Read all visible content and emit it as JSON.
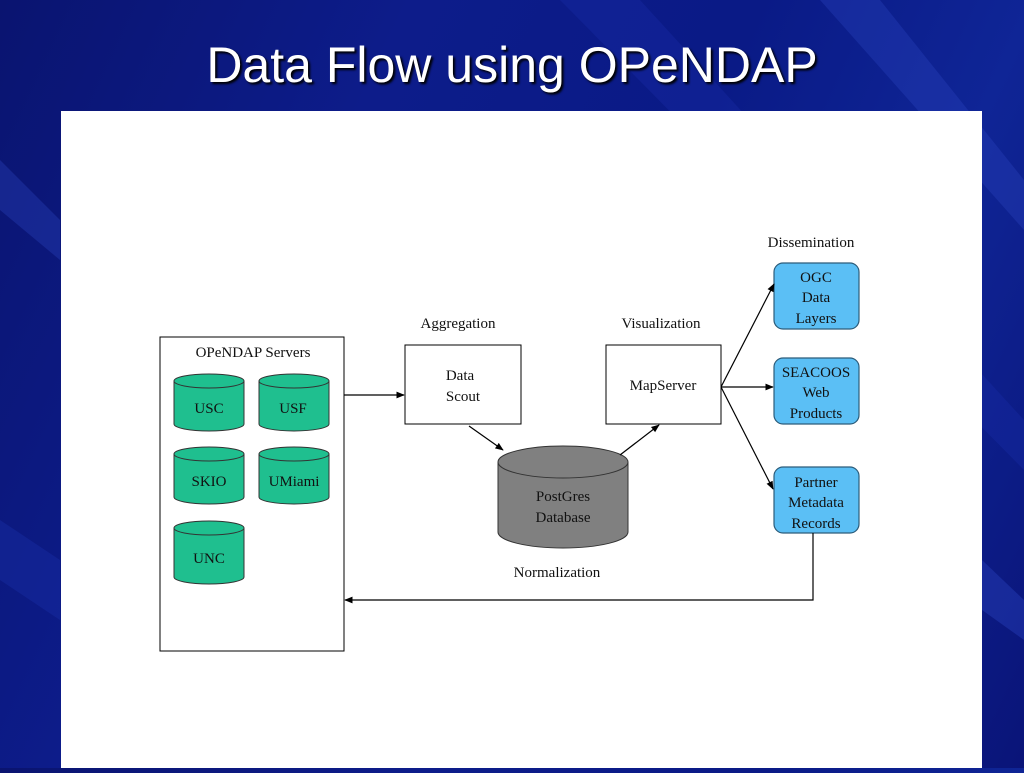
{
  "slide": {
    "title": "Data Flow using OPeNDAP"
  },
  "colors": {
    "background": "#0d1c8a",
    "server_db_fill": "#1fbf8f",
    "postgres_fill": "#808080",
    "dissemination_fill": "#5bbff5"
  },
  "diagram": {
    "servers_group": {
      "label": "OPeNDAP Servers",
      "databases": [
        {
          "name": "USC"
        },
        {
          "name": "USF"
        },
        {
          "name": "SKIO"
        },
        {
          "name": "UMiami"
        },
        {
          "name": "UNC"
        }
      ]
    },
    "aggregation": {
      "stage_label": "Aggregation",
      "box_lines": [
        "Data",
        "Scout"
      ]
    },
    "normalization": {
      "stage_label": "Normalization",
      "db_lines": [
        "PostGres",
        "Database"
      ]
    },
    "visualization": {
      "stage_label": "Visualization",
      "box_label": "MapServer"
    },
    "dissemination": {
      "stage_label": "Dissemination",
      "outputs": [
        {
          "lines": [
            "OGC",
            "Data",
            "Layers"
          ]
        },
        {
          "lines": [
            "SEACOOS",
            "Web",
            "Products"
          ]
        },
        {
          "lines": [
            "Partner",
            "Metadata",
            "Records"
          ]
        }
      ]
    }
  }
}
